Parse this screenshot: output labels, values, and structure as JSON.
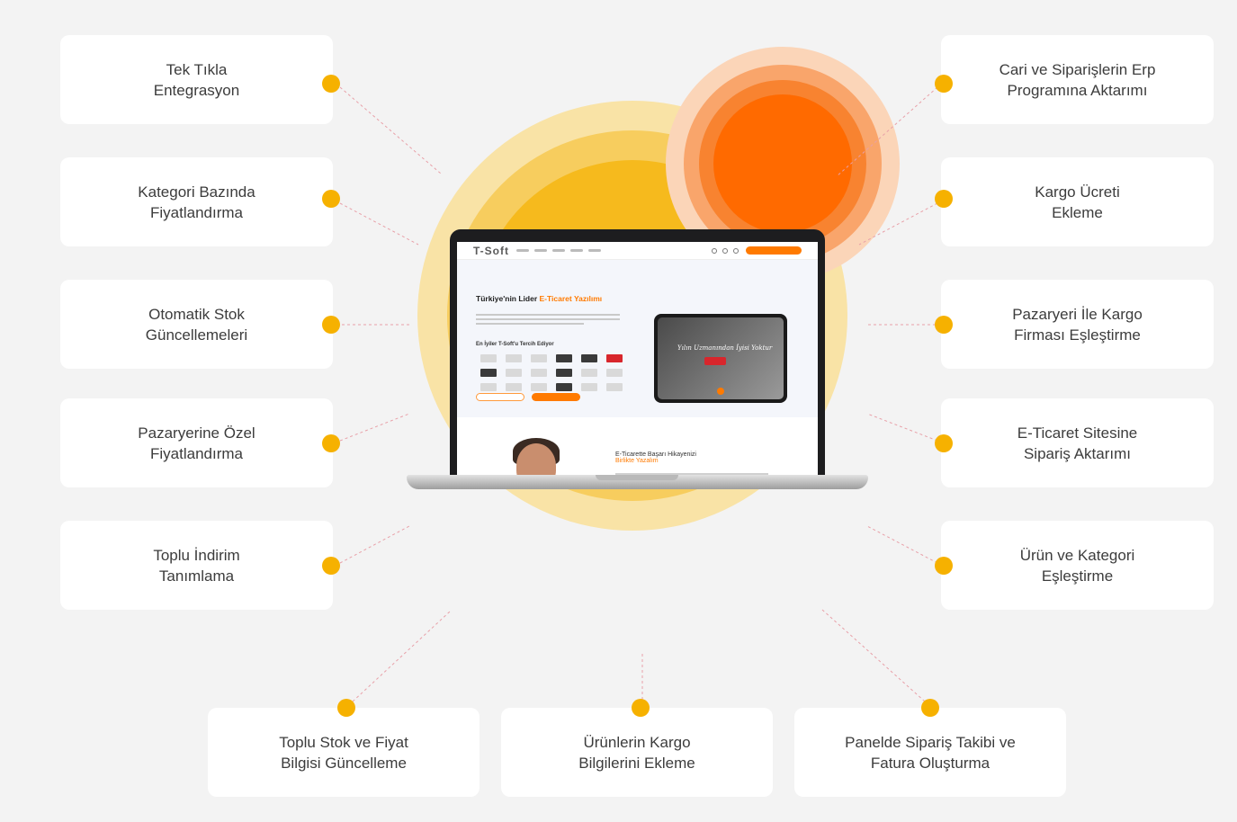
{
  "features": {
    "left": [
      {
        "text": "Tek Tıkla\nEntegrasyon"
      },
      {
        "text": "Kategori Bazında\nFiyatlandırma"
      },
      {
        "text": "Otomatik Stok\nGüncellemeleri"
      },
      {
        "text": "Pazaryerine Özel\nFiyatlandırma"
      },
      {
        "text": "Toplu İndirim\nTanımlama"
      }
    ],
    "right": [
      {
        "text": "Cari ve Siparişlerin Erp\nProgramına Aktarımı"
      },
      {
        "text": "Kargo Ücreti\nEkleme"
      },
      {
        "text": "Pazaryeri İle Kargo\nFirması Eşleştirme"
      },
      {
        "text": "E-Ticaret Sitesine\nSipariş Aktarımı"
      },
      {
        "text": "Ürün ve Kategori\nEşleştirme"
      }
    ],
    "bottom": [
      {
        "text": "Toplu Stok ve Fiyat\nBilgisi Güncelleme"
      },
      {
        "text": "Ürünlerin Kargo\nBilgilerini Ekleme"
      },
      {
        "text": "Panelde Sipariş Takibi ve\nFatura Oluşturma"
      }
    ]
  },
  "laptop": {
    "logo": "T-Soft",
    "hero_title_prefix": "Türkiye'nin Lider ",
    "hero_title_accent": "E-Ticaret Yazılımı",
    "hero_subtitle": "En İyiler T-Soft'u Tercih Ediyor",
    "tablet_caption": "Yılın Uzmanından İyisi Yoktur",
    "story_title": "E-Ticarette Başarı Hikayenizi",
    "story_accent": "Birlikte Yazalım"
  },
  "colors": {
    "dot": "#f6b100",
    "connector": "#e8a0a8",
    "accent_orange": "#ff6a00",
    "glow_yellow": "#f9c400"
  },
  "icons": [
    "feature-dot-icon",
    "search-icon",
    "user-icon",
    "phone-icon"
  ]
}
